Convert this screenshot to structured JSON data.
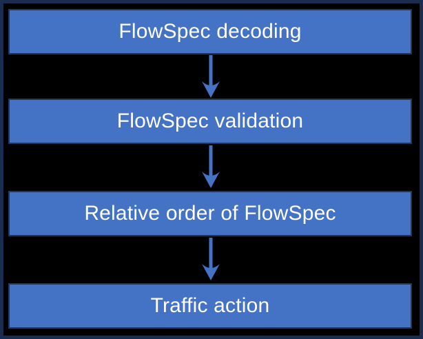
{
  "diagram": {
    "type": "flowchart",
    "direction": "top-to-bottom",
    "colors": {
      "background": "#000000",
      "frame_border": "#1a2c50",
      "box_fill": "#4472c4",
      "box_border": "#22365c",
      "arrow": "#4472c4",
      "text": "#ffffff"
    },
    "nodes": [
      {
        "label": "FlowSpec decoding"
      },
      {
        "label": "FlowSpec validation"
      },
      {
        "label": "Relative order of FlowSpec"
      },
      {
        "label": "Traffic action"
      }
    ],
    "edges": [
      {
        "from": 0,
        "to": 1,
        "style": "arrow-down"
      },
      {
        "from": 1,
        "to": 2,
        "style": "arrow-down"
      },
      {
        "from": 2,
        "to": 3,
        "style": "arrow-down"
      }
    ]
  }
}
